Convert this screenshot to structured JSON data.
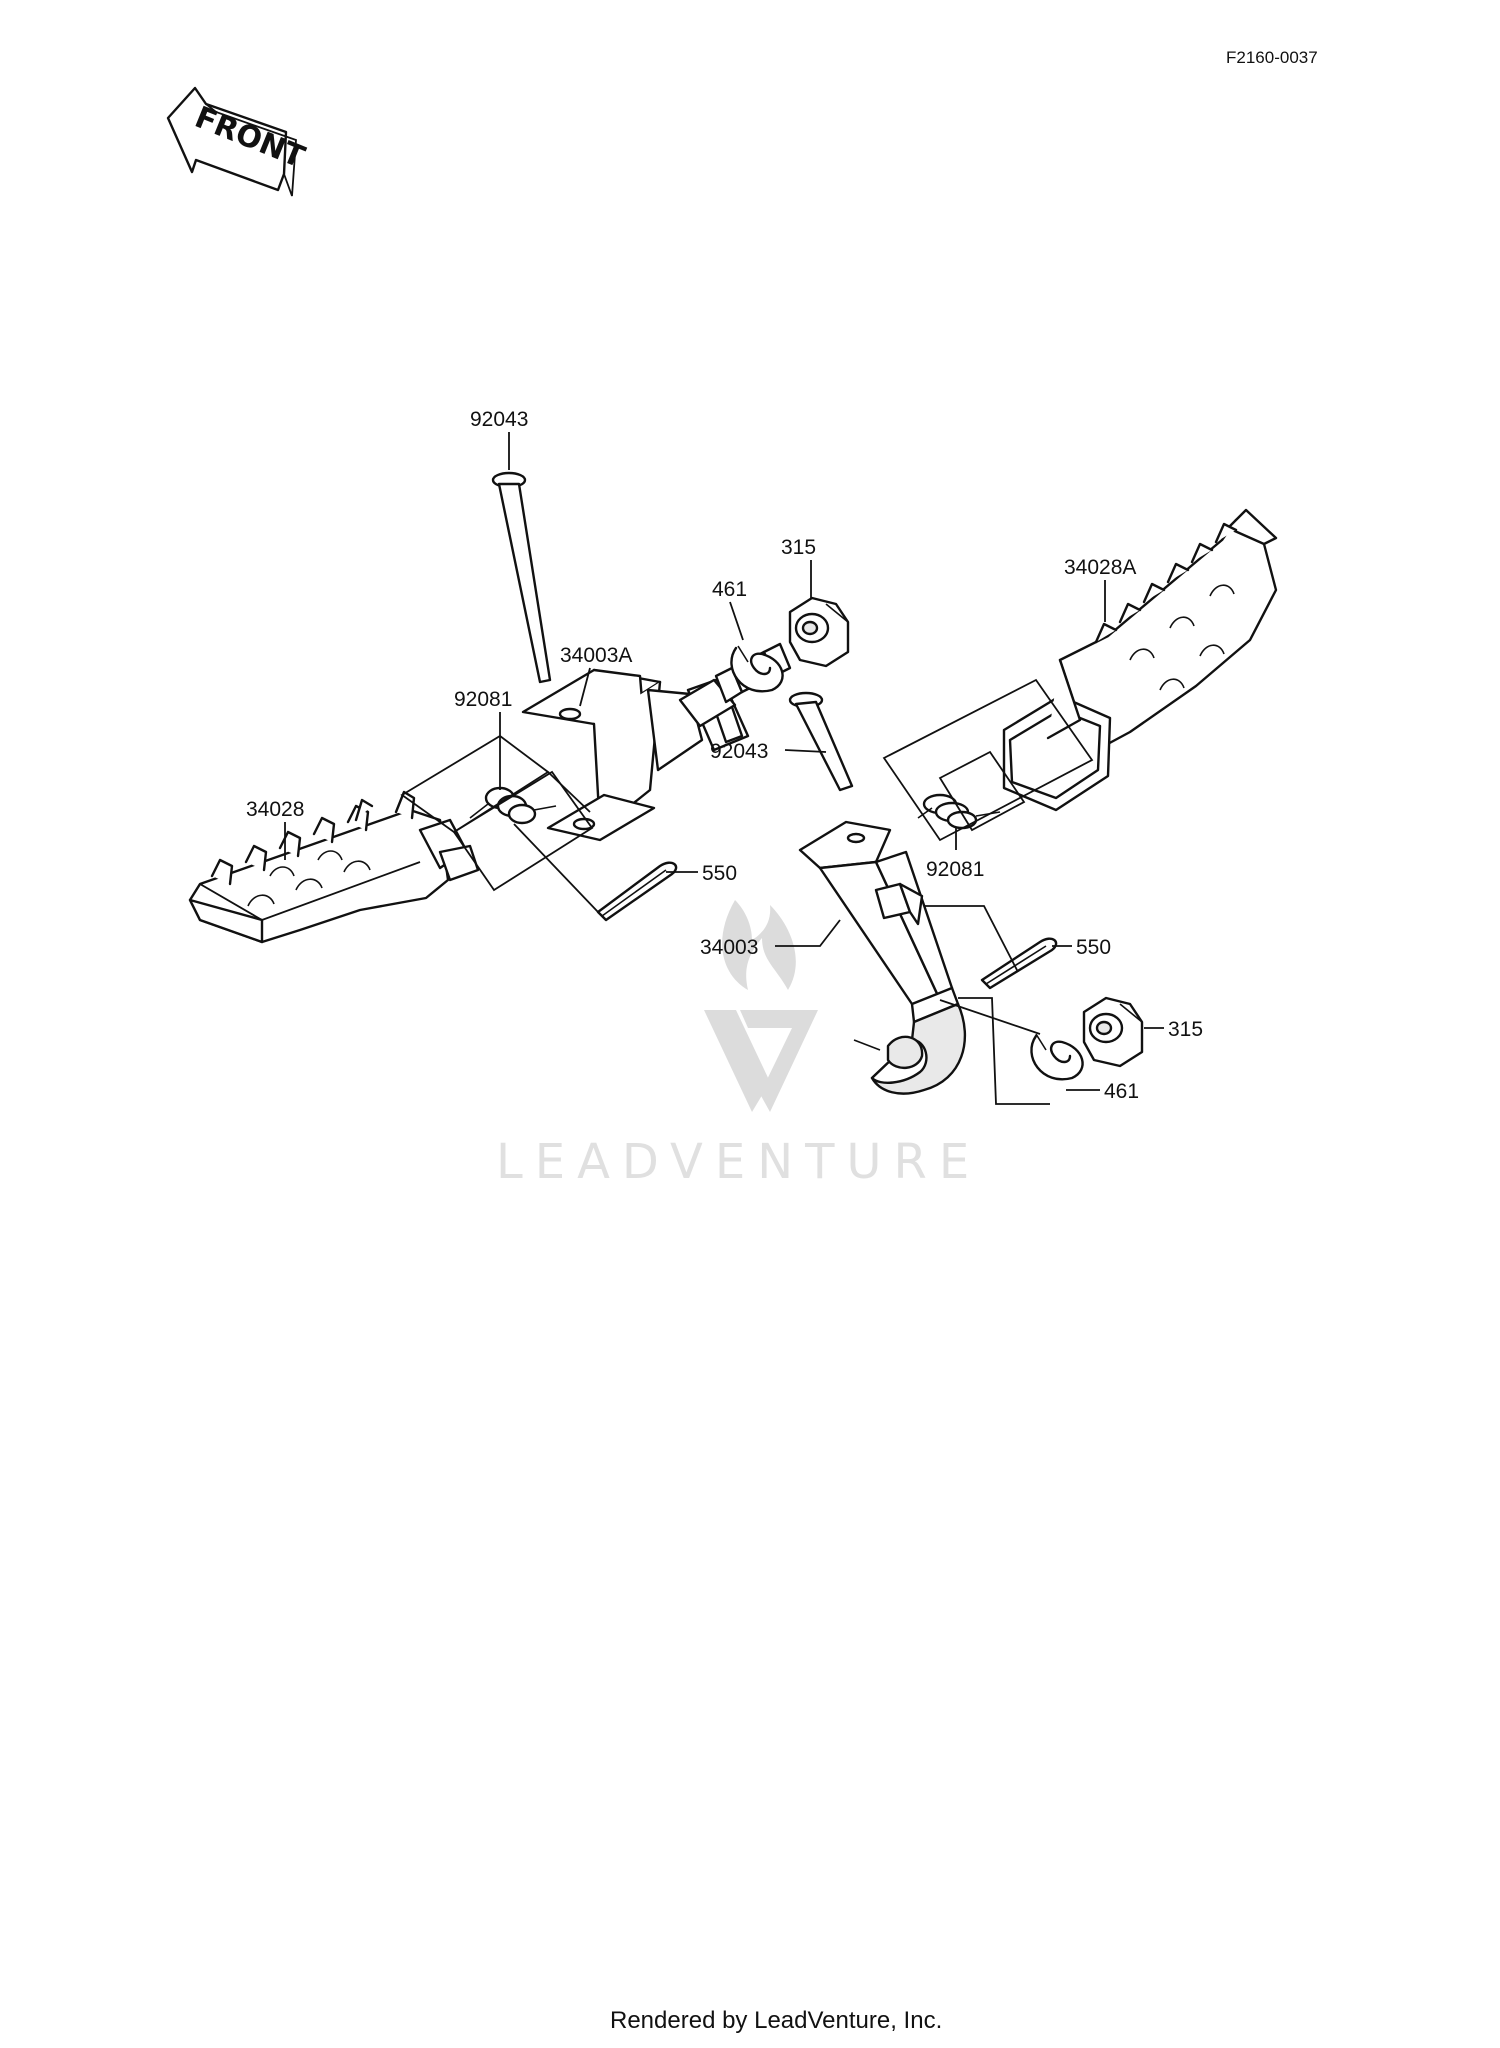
{
  "figure_id": "F2160-0037",
  "front_label": "FRONT",
  "watermark_text": "LEADVENTURE",
  "footer": "Rendered by LeadVenture, Inc.",
  "callouts": {
    "l_92043": "92043",
    "l_315": "315",
    "l_461": "461",
    "l_34003A": "34003A",
    "l_92081": "92081",
    "l_34028": "34028",
    "l_550": "550",
    "r_34028A": "34028A",
    "r_92043": "92043",
    "r_92081": "92081",
    "r_550": "550",
    "r_34003": "34003",
    "r_315": "315",
    "r_461": "461"
  }
}
